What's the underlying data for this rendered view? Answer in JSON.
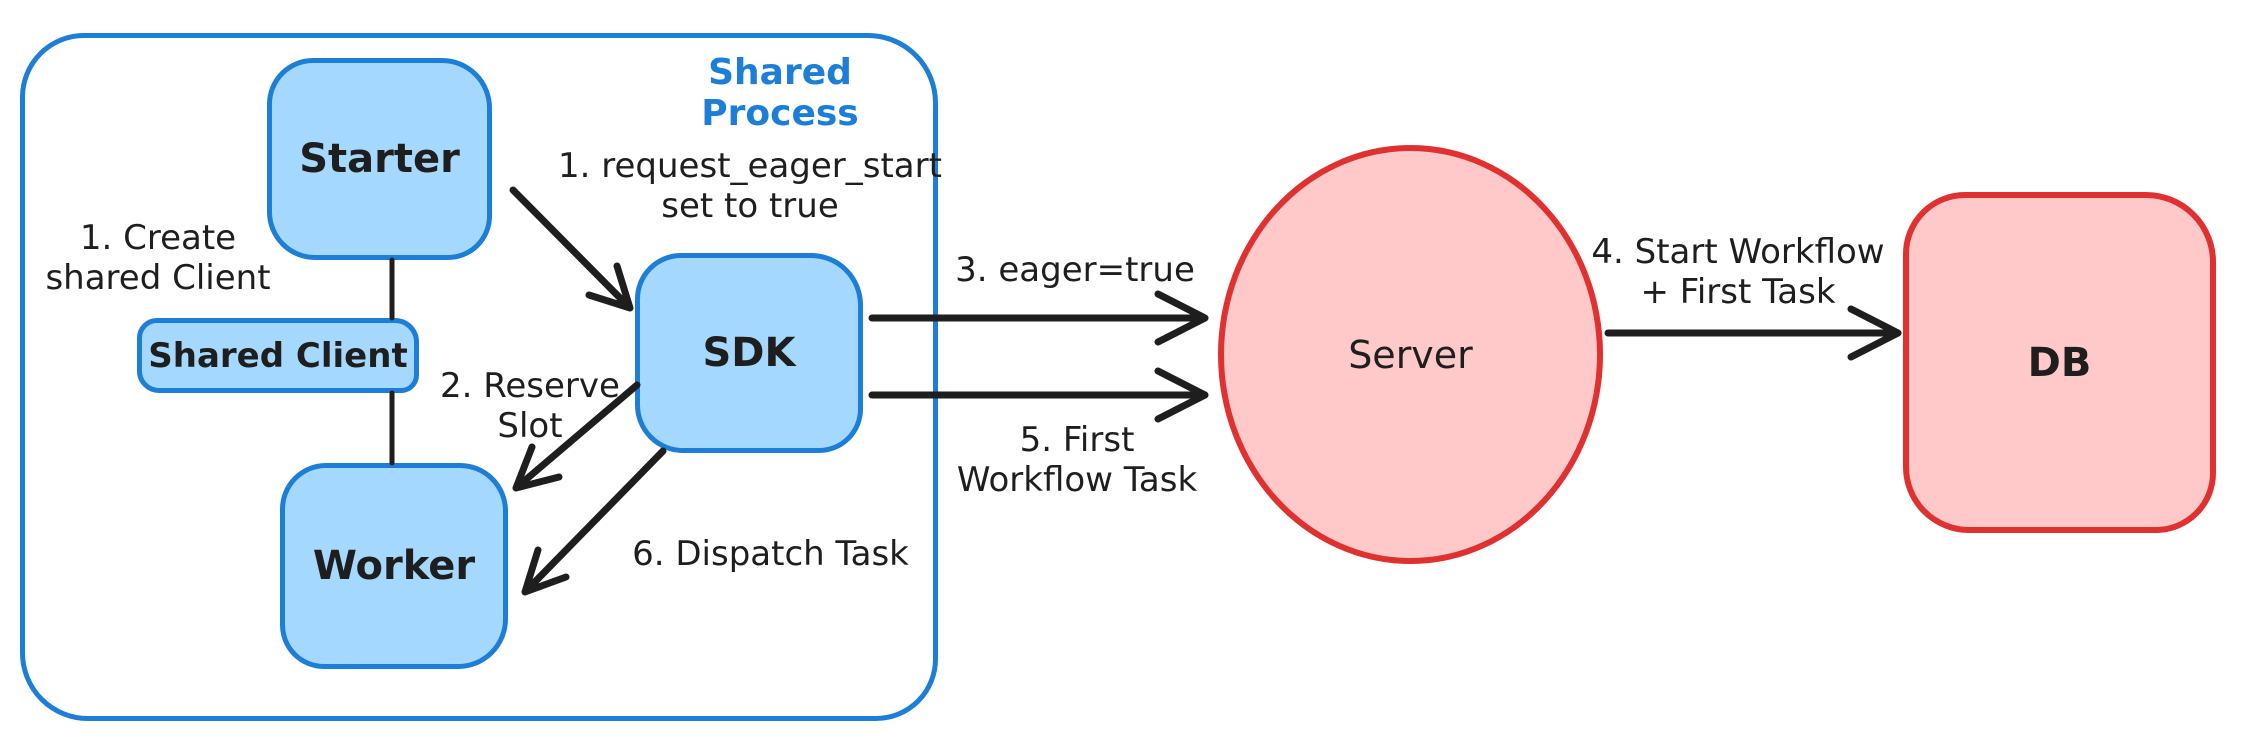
{
  "container": {
    "label": "Shared Process"
  },
  "nodes": {
    "starter": {
      "label": "Starter"
    },
    "shared_client": {
      "label": "Shared Client"
    },
    "sdk": {
      "label": "SDK"
    },
    "worker": {
      "label": "Worker"
    },
    "server": {
      "label": "Server"
    },
    "db": {
      "label": "DB"
    }
  },
  "annotations": {
    "create_shared_client": {
      "text": "1. Create\nshared Client"
    },
    "request_eager_start": {
      "text": "1. request_eager_start\nset to true"
    },
    "reserve_slot": {
      "text": "2. Reserve\nSlot"
    },
    "dispatch_task": {
      "text": "6. Dispatch Task"
    },
    "eager_true": {
      "text": "3. eager=true"
    },
    "first_workflow_task": {
      "text": "5. First\nWorkflow Task"
    },
    "start_workflow": {
      "text": "4. Start Workflow\n+ First Task"
    }
  },
  "edges": [
    {
      "from": "starter",
      "to": "sdk",
      "label": "1. request_eager_start set to true"
    },
    {
      "from": "starter",
      "to": "shared_client",
      "label": ""
    },
    {
      "from": "shared_client",
      "to": "worker",
      "label": ""
    },
    {
      "from": "sdk",
      "to": "worker",
      "label": "2. Reserve Slot"
    },
    {
      "from": "sdk",
      "to": "worker",
      "label": "6. Dispatch Task"
    },
    {
      "from": "sdk",
      "to": "server",
      "label": "3. eager=true"
    },
    {
      "from": "sdk",
      "to": "server",
      "label": "5. First Workflow Task"
    },
    {
      "from": "server",
      "to": "db",
      "label": "4. Start Workflow + First Task"
    }
  ],
  "colors": {
    "blue_stroke": "#1c7ed6",
    "blue_fill": "#a5d8ff",
    "red_stroke": "#e03131",
    "red_fill": "#ffc9c9",
    "ink": "#1e1e1e",
    "background": "#ffffff"
  }
}
